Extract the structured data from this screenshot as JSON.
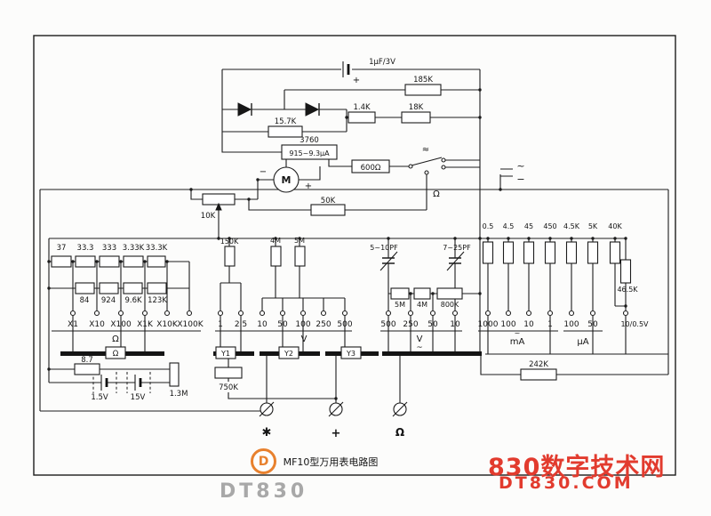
{
  "title": {
    "caption": "MF10型万用表电路图"
  },
  "watermark": {
    "logo_letter": "D",
    "brand_gray": "DT830",
    "site_name": "830数字技术网",
    "site_domain": "DT830.COM",
    "red": "#e23b2e",
    "gray": "#a8a8a8",
    "orange": "#e8812e"
  },
  "parts": {
    "cap_filter": "1μF/3V",
    "plus_cap": "+",
    "r185k": "185K",
    "r15_7k": "15.7K",
    "r1_4k": "1.4K",
    "r18k": "18K",
    "meter_num": "3760",
    "meter_range": "915~9.3μA",
    "motor_m": "M",
    "plus_motor": "+",
    "minus_motor": "−",
    "r600": "600Ω",
    "approx": "≈",
    "ac_tilde": "~",
    "minus_right": "−",
    "ohm_adj": "Ω",
    "r10k": "10K",
    "r50k": "50K",
    "r150k": "150K",
    "r4m": "4M",
    "r5m": "5M",
    "c5_10pf": "5~10PF",
    "c7_25pf": "7~25PF",
    "r5m2": "5M",
    "r4m2": "4M",
    "r800k": "800K",
    "r46_5k": "46.5K",
    "r8_7": "8.7",
    "bat1": "1.5V",
    "bat2": "15V",
    "r1_3m": "1.3M",
    "r750k": "750K",
    "r242k": "242K"
  },
  "series_left": [
    "37",
    "33.3",
    "333",
    "3.33K",
    "33.3K"
  ],
  "shunts_left": [
    "84",
    "924",
    "9.6K",
    "123K"
  ],
  "series_right": [
    "0.5",
    "4.5",
    "45",
    "450",
    "4.5K",
    "5K",
    "40K"
  ],
  "switch": {
    "s_ohm": "Ω",
    "y1": "Y1",
    "y2": "Y2",
    "y3": "Y3"
  },
  "terminals": {
    "ohm": [
      "X1",
      "X10",
      "X100",
      "X1K",
      "X10K",
      "X100K"
    ],
    "ohm_unit": "Ω",
    "dcv_low": [
      "1",
      "2.5"
    ],
    "dcv": [
      "10",
      "50",
      "100",
      "250",
      "500"
    ],
    "dcv_unit": "V",
    "acv": [
      "500",
      "250",
      "50",
      "10"
    ],
    "acv_unit": "V",
    "acv_tilde": "~",
    "ma": [
      "1000",
      "100",
      "10",
      "1"
    ],
    "ma_unit": "mA",
    "ma_tilde": "~",
    "ua": [
      "100",
      "50"
    ],
    "ua_unit": "μA",
    "special": "10/0.5V"
  },
  "jacks": {
    "star": "✱",
    "plus": "+",
    "ohm": "Ω"
  }
}
